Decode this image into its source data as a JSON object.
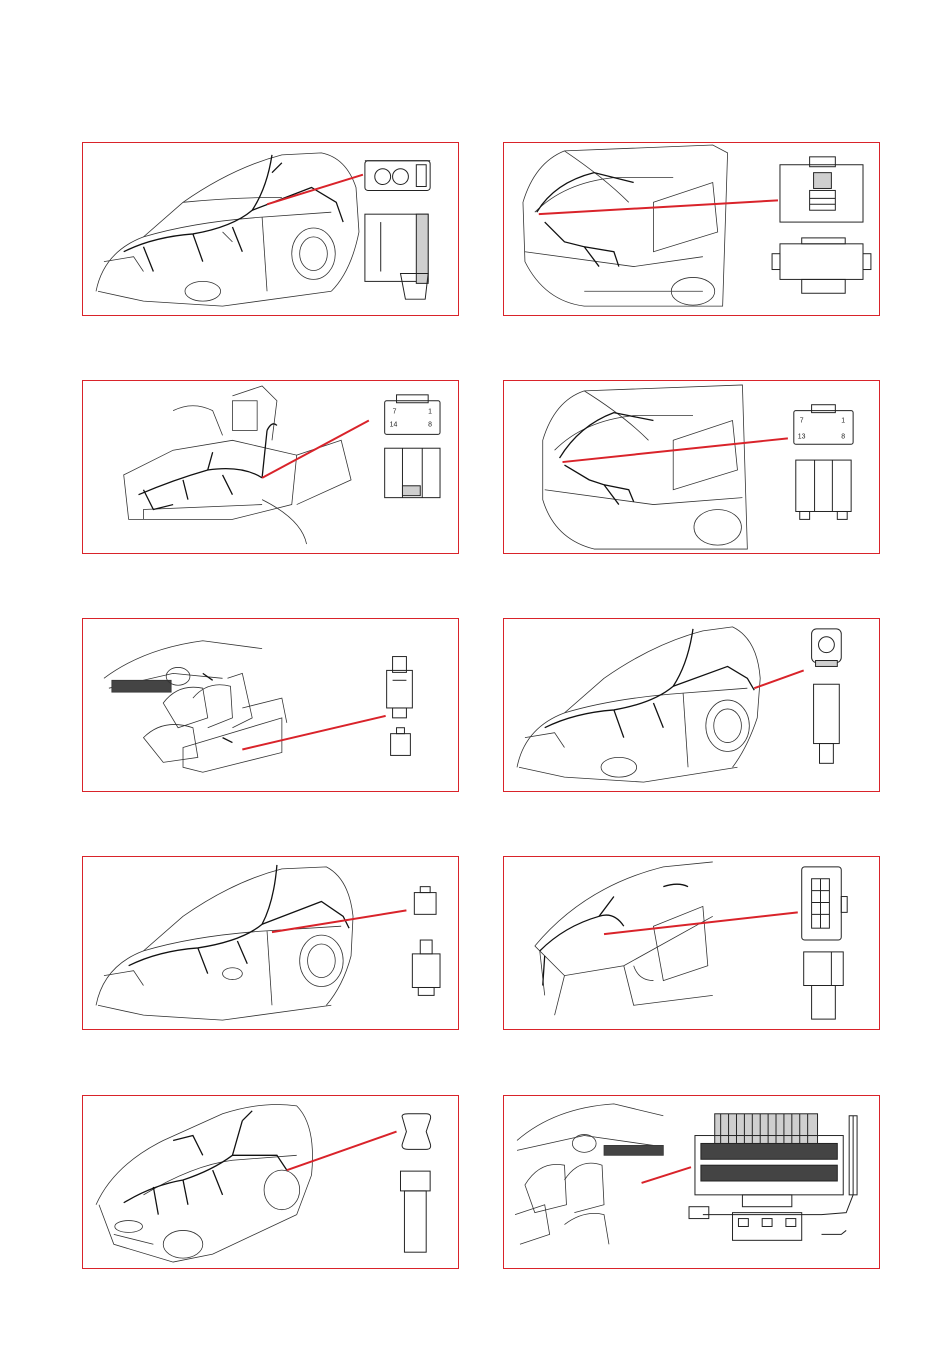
{
  "colors": {
    "frame": "#d9232a",
    "leader": "#d9232a",
    "line": "#222222"
  },
  "panels": [
    {
      "id": "p1",
      "view": "car-front-three-quarter",
      "connector_pins": []
    },
    {
      "id": "p2",
      "view": "car-rear-tailgate",
      "connector_pins": []
    },
    {
      "id": "p3",
      "view": "center-console",
      "connector_pins": [
        "7",
        "1",
        "14",
        "8"
      ]
    },
    {
      "id": "p4",
      "view": "car-rear-tailgate",
      "connector_pins": [
        "7",
        "1",
        "13",
        "8"
      ]
    },
    {
      "id": "p5",
      "view": "interior-seats",
      "connector_pins": []
    },
    {
      "id": "p6",
      "view": "car-front-three-quarter",
      "connector_pins": []
    },
    {
      "id": "p7",
      "view": "car-front-three-quarter",
      "connector_pins": []
    },
    {
      "id": "p8",
      "view": "windshield-roof",
      "connector_pins": []
    },
    {
      "id": "p9",
      "view": "car-front-three-quarter-full-harness",
      "connector_pins": []
    },
    {
      "id": "p10",
      "view": "interior-fuse-box",
      "connector_pins": []
    }
  ]
}
